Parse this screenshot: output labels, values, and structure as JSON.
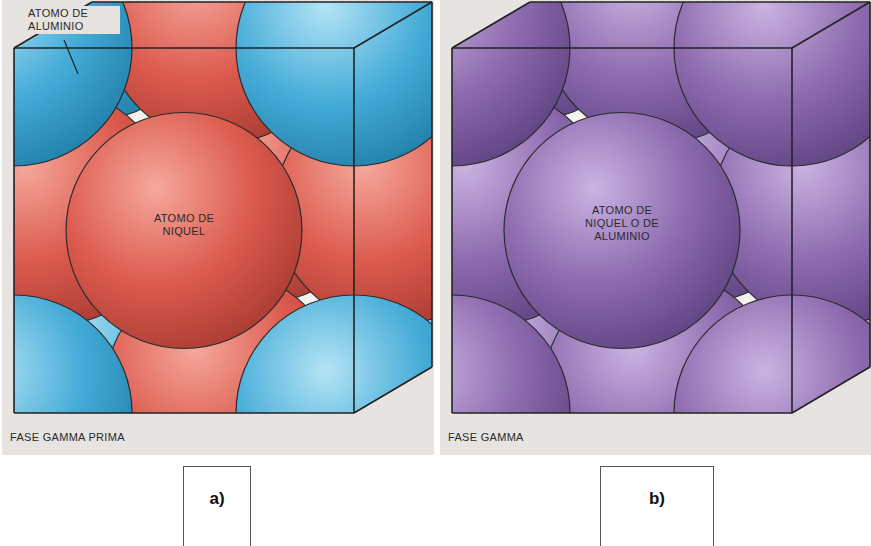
{
  "diagram": {
    "nodes": [
      {
        "text": [
          "a)"
        ]
      },
      {
        "text": [
          "b)"
        ]
      }
    ],
    "labels": [
      "ATOMO DE ALUMINIO",
      "ATOMO DE NIQUEL",
      "FASE GAMMA PRIMA",
      "ATOMO DE NIQUEL O DE ALUMINIO",
      "FASE GAMMA"
    ]
  }
}
